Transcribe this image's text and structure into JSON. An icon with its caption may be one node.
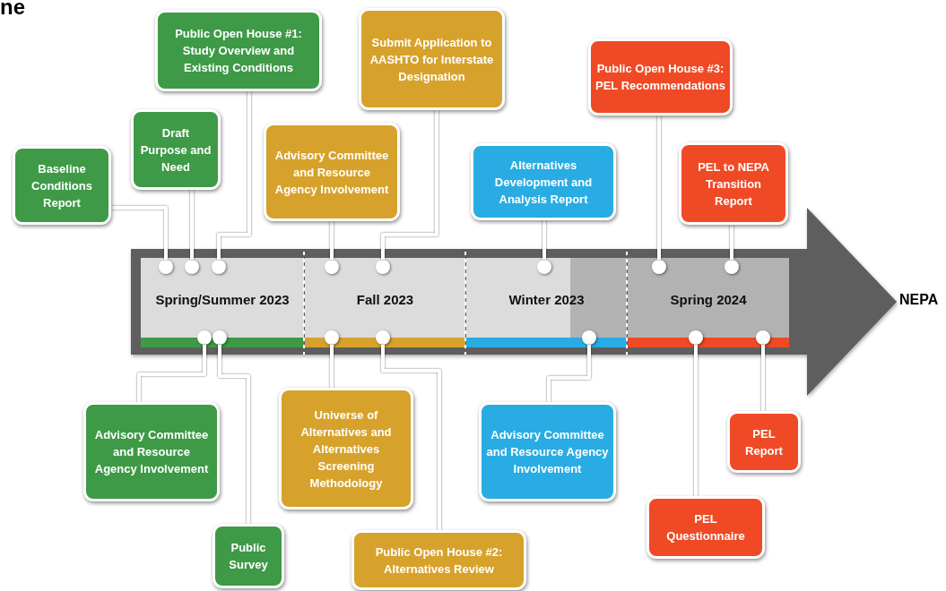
{
  "diagram": {
    "title": "ne",
    "nodes": [
      {
        "text": [
          "Baseline Conditions Report"
        ]
      },
      {
        "text": [
          "Draft Purpose and Need"
        ]
      },
      {
        "text": [
          "Public Open House #1: Study Overview and Existing Conditions"
        ]
      },
      {
        "text": [
          "Advisory Committee and Resource Agency Involvement"
        ]
      },
      {
        "text": [
          "Submit Application to AASHTO for Interstate Designation"
        ]
      },
      {
        "text": [
          "Alternatives Development and Analysis Report"
        ]
      },
      {
        "text": [
          "Public Open House #3: PEL Recommendations"
        ]
      },
      {
        "text": [
          "PEL to NEPA Transition Report"
        ]
      },
      {
        "text": [
          "Spring/Summer 2023"
        ]
      },
      {
        "text": [
          "Fall 2023"
        ]
      },
      {
        "text": [
          "Winter 2023"
        ]
      },
      {
        "text": [
          "Spring 2024"
        ]
      },
      {
        "text": [],
        "shape": "circle",
        "in": 8
      },
      {
        "text": [],
        "shape": "circle",
        "in": 8
      },
      {
        "text": [],
        "shape": "circle",
        "in": 8
      },
      {
        "text": [],
        "shape": "circle",
        "in": 9
      },
      {
        "text": [],
        "shape": "circle",
        "in": 9
      },
      {
        "text": [],
        "shape": "circle",
        "in": 10
      },
      {
        "text": [],
        "shape": "circle",
        "in": 11
      },
      {
        "text": [],
        "shape": "circle",
        "in": 11
      },
      {
        "text": [],
        "shape": "circle",
        "in": 8
      },
      {
        "text": [],
        "shape": "circle",
        "in": 8
      },
      {
        "text": [],
        "shape": "circle",
        "in": 9
      },
      {
        "text": [],
        "shape": "circle",
        "in": 9
      },
      {
        "text": [],
        "shape": "circle",
        "in": 10
      },
      {
        "text": [],
        "shape": "circle",
        "in": 11
      },
      {
        "text": [],
        "shape": "circle",
        "in": 11
      },
      {
        "text": [
          "Advisory Committee and Resource Agency Involvement"
        ]
      },
      {
        "text": [
          "Public Survey"
        ]
      },
      {
        "text": [
          "Universe of Alternatives and Alternatives Screening Methodology"
        ]
      },
      {
        "text": [
          "Public Open House #2: Alternatives Review"
        ]
      },
      {
        "text": [
          "Advisory Committee and Resource Agency Involvement"
        ]
      },
      {
        "text": [
          "PEL Report"
        ]
      },
      {
        "text": [
          "PEL Questionnaire"
        ]
      },
      {
        "text": [
          "NEPA"
        ]
      }
    ],
    "edges": [
      {
        "from": 0,
        "to": 12,
        "arrow": "none"
      },
      {
        "from": 1,
        "to": 13,
        "arrow": "none"
      },
      {
        "from": 2,
        "to": 14,
        "arrow": "none"
      },
      {
        "from": 3,
        "to": 15,
        "arrow": "none"
      },
      {
        "from": 4,
        "to": 16,
        "arrow": "none"
      },
      {
        "from": 5,
        "to": 17,
        "arrow": "none"
      },
      {
        "from": 6,
        "to": 18,
        "arrow": "none"
      },
      {
        "from": 7,
        "to": 19,
        "arrow": "none"
      },
      {
        "from": 27,
        "to": 20,
        "arrow": "none"
      },
      {
        "from": 28,
        "to": 21,
        "arrow": "none"
      },
      {
        "from": 29,
        "to": 22,
        "arrow": "none"
      },
      {
        "from": 30,
        "to": 23,
        "arrow": "none"
      },
      {
        "from": 31,
        "to": 24,
        "arrow": "none"
      },
      {
        "from": 32,
        "to": 26,
        "arrow": "none"
      },
      {
        "from": 33,
        "to": 25,
        "arrow": "none"
      },
      {
        "from": null,
        "to": 34,
        "arrow": "to",
        "style": "thick"
      }
    ]
  }
}
